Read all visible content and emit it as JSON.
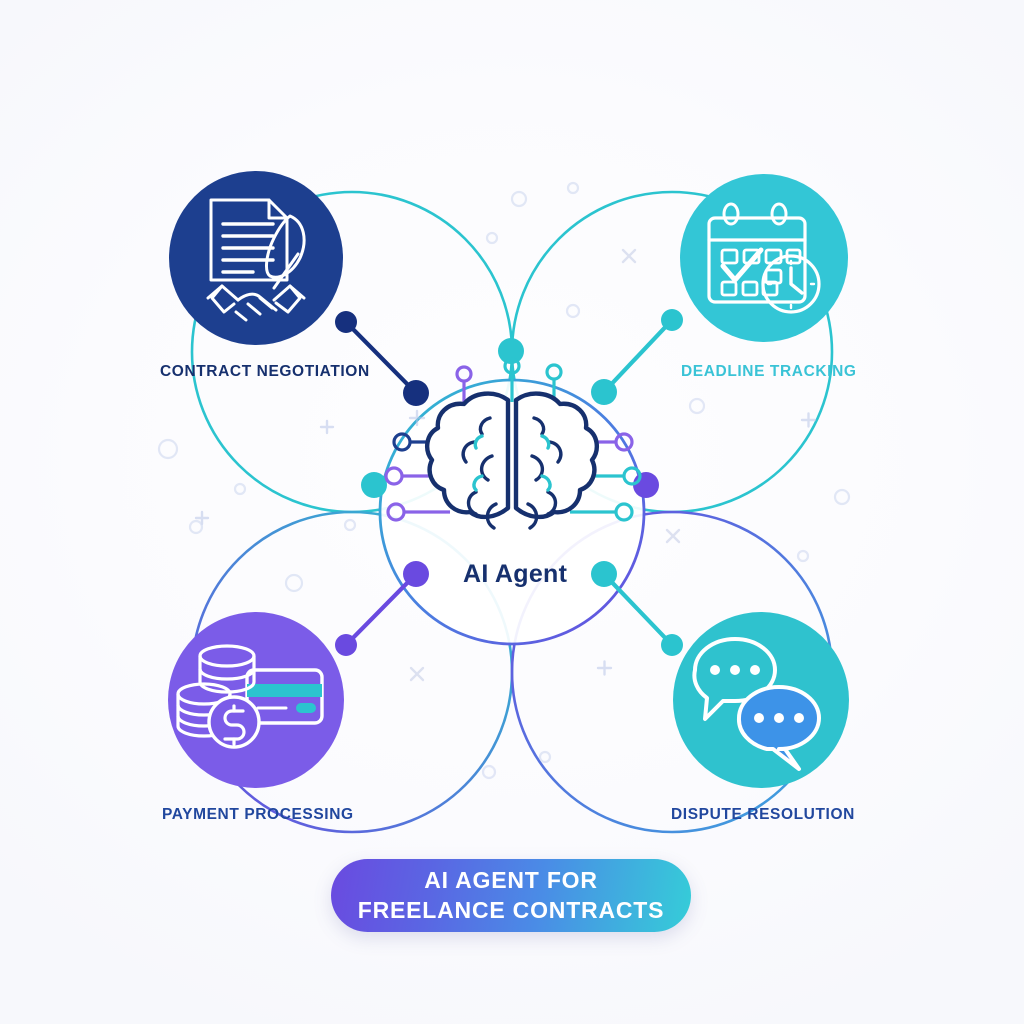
{
  "diagram": {
    "title_banner": {
      "line1": "AI AGENT FOR",
      "line2": "FREELANCE CONTRACTS",
      "gradient_from": "#6a4ae0",
      "gradient_to": "#35cdd8"
    },
    "center": {
      "label": "AI Agent",
      "icon": "brain-circuit-icon",
      "label_color": "#16306e",
      "ring_colors": [
        "#2bc4cf",
        "#6a4ae0",
        "#3b6fd4"
      ]
    },
    "nodes": [
      {
        "id": "contract-negotiation",
        "label": "CONTRACT NEGOTIATION",
        "icon": "contract-handshake-icon",
        "circle_color": "#1d3f8f",
        "label_color": "#16306e",
        "connector_color": "#16307e",
        "position": "top-left"
      },
      {
        "id": "deadline-tracking",
        "label": "DEADLINE TRACKING",
        "icon": "calendar-clock-icon",
        "circle_color": "#33c6d6",
        "label_color": "#3ac3d6",
        "connector_color": "#2bc4cf",
        "position": "top-right"
      },
      {
        "id": "payment-processing",
        "label": "PAYMENT PROCESSING",
        "icon": "coins-credit-card-icon",
        "circle_color": "#7b5ce8",
        "label_color": "#21479e",
        "connector_color": "#6a4ae0",
        "position": "bottom-left"
      },
      {
        "id": "dispute-resolution",
        "label": "DISPUTE RESOLUTION",
        "icon": "chat-bubbles-icon",
        "circle_color": "#2fc2ce",
        "label_color": "#21479e",
        "connector_color": "#2bc4cf",
        "position": "bottom-right"
      }
    ],
    "petals": [
      {
        "id": "petal-top-left",
        "stroke": "#2bc4cf"
      },
      {
        "id": "petal-top-right",
        "stroke": "#2bc4cf"
      },
      {
        "id": "petal-bottom-left",
        "stroke": "#2bc4cf"
      },
      {
        "id": "petal-bottom-right",
        "stroke": "#6a4ae0"
      }
    ],
    "decor": {
      "ring_color": "#ccd6ef",
      "plus_color": "#b9c6e8",
      "x_color": "#c3cbe6"
    }
  }
}
